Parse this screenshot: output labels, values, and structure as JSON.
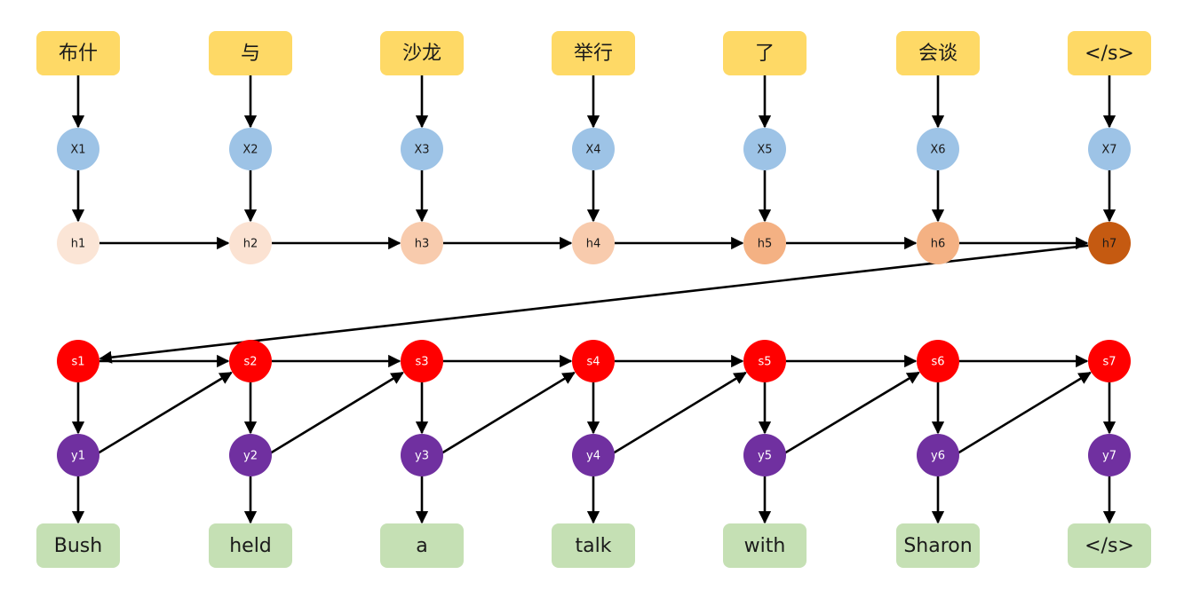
{
  "diagram": {
    "type": "seq2seq-encoder-decoder",
    "source_tokens": [
      "布什",
      "与",
      "沙龙",
      "举行",
      "了",
      "会谈",
      "</s>"
    ],
    "input_nodes": [
      "X1",
      "X2",
      "X3",
      "X4",
      "X5",
      "X6",
      "X7"
    ],
    "encoder_states": [
      "h1",
      "h2",
      "h3",
      "h4",
      "h5",
      "h6",
      "h7"
    ],
    "decoder_states": [
      "s1",
      "s2",
      "s3",
      "s4",
      "s5",
      "s6",
      "s7"
    ],
    "output_nodes": [
      "y1",
      "y2",
      "y3",
      "y4",
      "y5",
      "y6",
      "y7"
    ],
    "target_tokens": [
      "Bush",
      "held",
      "a",
      "talk",
      "with",
      "Sharon",
      "</s>"
    ],
    "colors": {
      "source_box": "#fed966",
      "input_node": "#9dc3e6",
      "encoder_state_gradient": [
        "#fbe5d6",
        "#fbe2d2",
        "#f8cbad",
        "#f8cbad",
        "#f4b183",
        "#f4b183",
        "#c55a11"
      ],
      "decoder_state": "#ff0000",
      "output_node": "#7030a0",
      "target_box": "#c5e0b4",
      "edge": "#000000"
    },
    "edges": {
      "source_to_input": true,
      "input_to_encoder": true,
      "encoder_chain": true,
      "encoder_final_to_decoder_first": true,
      "decoder_chain": true,
      "decoder_to_output": true,
      "output_to_next_decoder": true,
      "output_to_target": true
    }
  }
}
